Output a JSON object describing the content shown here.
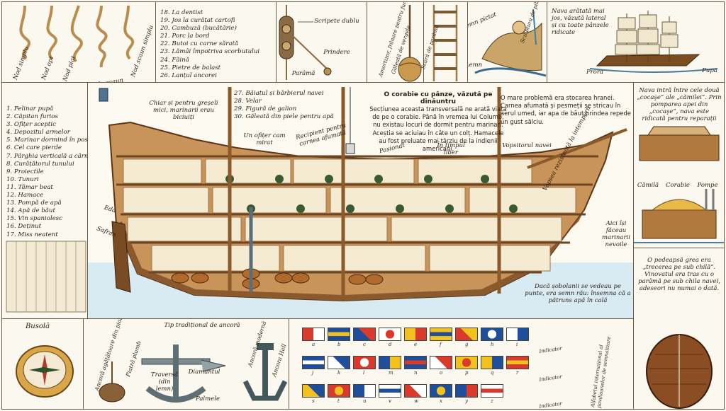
{
  "knots": {
    "items": [
      "Nod simplu",
      "Nod opt",
      "Nod plat",
      "Nod de scaun",
      "Nod scaun simplu"
    ]
  },
  "list_top": {
    "items": [
      "18. La dentist",
      "19. Jos la curățat cartofi",
      "20. Cambuză (bucătărie)",
      "21. Porc la bord",
      "22. Butoi cu carne sărată",
      "23. Lămâi împotriva scorbutului",
      "24. Făină",
      "25. Pietre de balast",
      "26. Lanțul ancorei"
    ]
  },
  "pulley": {
    "labels": [
      "Scripete dublu",
      "Parâmă",
      "Prindere"
    ]
  },
  "bucket": {
    "labels": [
      "Amortizor, frânare pentru funia ancorei",
      "Găleată de vergele"
    ]
  },
  "ladder": {
    "labels": [
      "Lemn pictat",
      "Scară de parâmă",
      "Lemn"
    ]
  },
  "figurehead": {
    "label": "Sculptura de pilon"
  },
  "ship_full": {
    "caption": "Nava arătată mai jos, văzută lateral și cu toate pânzele ridicate",
    "labels": [
      "Prora",
      "Pupa"
    ]
  },
  "legend_left": {
    "items": [
      "1. Felinar pupă",
      "2. Căpitan furios",
      "3. Ofițer sceptic",
      "4. Depozitul armelor",
      "5. Marinar dormind în post",
      "6. Cel care pierde",
      "7. Pârghia verticală a cârmei",
      "8. Curățătorul tunului",
      "9. Proiectile",
      "10. Tunuri",
      "11. Tâmar beat",
      "12. Hamace",
      "13. Pompă de apă",
      "14. Apă de băut",
      "15. Vin spaniolesc",
      "16. Deținut",
      "17. Miss neatent"
    ]
  },
  "list_mid": {
    "items": [
      "27. Băiatul și bărbierul navei",
      "28. Velar",
      "29. Figură de galion",
      "30. Găleată din piele pentru apă"
    ]
  },
  "intro": {
    "title": "O corabie cu pânze, văzută pe dinăuntru",
    "text": "Secțiunea aceasta transversală ne arată viața de pe o corabie. Până în vremea lui Columb, nu existau locuri de dormit pentru marinari. Aceștia se aciuiau în câte un colț. Hamacele au fost preluate mai târziu de la indienii americani."
  },
  "food_note": "O mare problemă era stocarea hranei. Carnea afumată și pesmeții se stricau în aerul umed, iar apa de băut prindea repede un gust sălciu.",
  "ship_labels": {
    "pedeapsa": "Chiar și pentru greșeli mici, marinarii erau biciuiți",
    "ofiter": "Un ofițer cam mirat",
    "recipient": "Recipient pentru carnea afumată",
    "timp_liber": "În timpul liber",
    "pasionat": "Pasionat",
    "vopsitor": "Vopsitorul navei",
    "ocean": "Vopsea rezistentă la intemperii",
    "eda": "Eda",
    "safran": "Safran",
    "toalete": "Aici își făceau marinarii nevoile",
    "sobolani": "Dacă șobolanii se vedeau pe punte, era semn rău: însemna că a pătruns apă în cală"
  },
  "caulk": {
    "caption": "Nava intră între cele două „cocaşe” ale „cămilei”. Prin pomparea apei din „cocaşe”, nava este ridicată pentru reparații",
    "labels": [
      "Cămilă",
      "Corabie",
      "Pompe"
    ]
  },
  "punishment": "O pedeapsă grea era „trecerea pe sub chilă”. Vinovatul era tras cu o parâmă pe sub chila navei, adeseori nu numai o dată.",
  "compass": {
    "label": "Busolă"
  },
  "anchors": {
    "title": "Tip tradițional de ancoră",
    "labels": [
      "Ancoră agățătoare din piatră",
      "Piatră plumb",
      "Diamantul",
      "Traversă (din lemn)",
      "Palmele",
      "Ancoră modernă",
      "Ancora Hall"
    ]
  },
  "flags": {
    "letters": [
      "a",
      "b",
      "c",
      "d",
      "e",
      "f",
      "g",
      "h",
      "i",
      "j",
      "k",
      "l",
      "m",
      "n",
      "o",
      "p",
      "q",
      "r",
      "s",
      "t",
      "u",
      "v",
      "w",
      "x",
      "y",
      "z"
    ],
    "labels": [
      "Indicator",
      "Indicator",
      "Indicator",
      "Alfabetul internațional al pavilioanelor de semnalizare"
    ]
  }
}
